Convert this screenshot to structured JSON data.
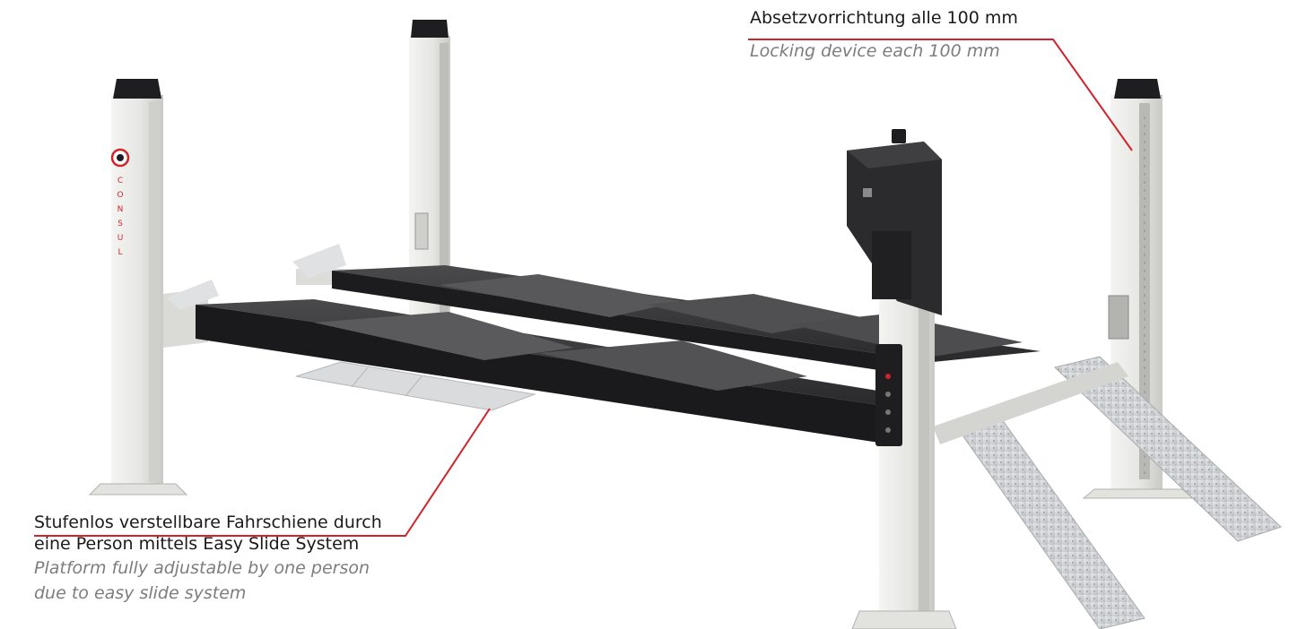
{
  "brand": {
    "letters": [
      "C",
      "O",
      "N",
      "S",
      "U",
      "L"
    ],
    "logo_color": "#d2232a"
  },
  "callouts": {
    "top": {
      "german": "Absetzvorrichtung alle 100 mm",
      "english": "Locking device each 100 mm"
    },
    "bottom": {
      "german_line1": "Stufenlos verstellbare Fahrschiene durch",
      "german_line2": "eine Person mittels Easy Slide System",
      "english_line1": "Platform fully adjustable by one person",
      "english_line2": "due to easy slide system"
    }
  },
  "colors": {
    "leader_line": "#d2232a",
    "post": "#e9e9e6",
    "platform": "#2c2c2e",
    "ramp": "#d6d8da",
    "cap": "#1e1e20"
  }
}
